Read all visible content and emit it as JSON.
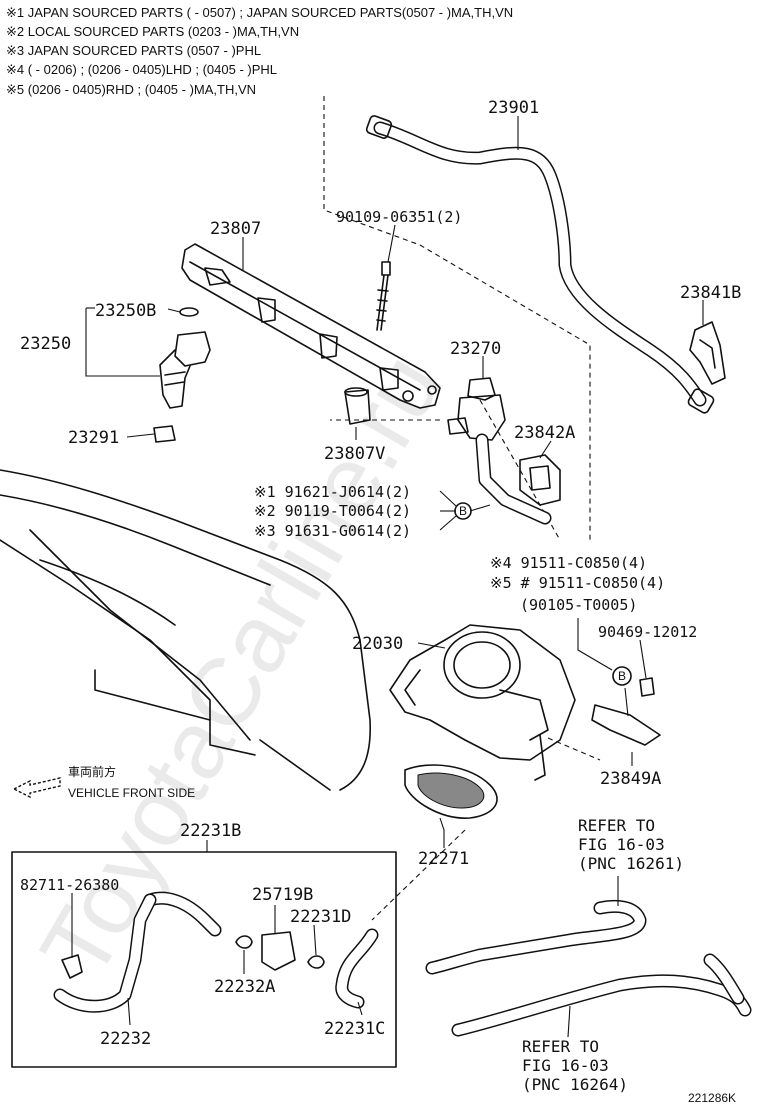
{
  "notes": [
    "※1 JAPAN SOURCED PARTS (          - 0507) ; JAPAN SOURCED PARTS(0507 -          )MA,TH,VN",
    "※2 LOCAL SOURCED PARTS (0203 -          )MA,TH,VN",
    "※3 JAPAN SOURCED PARTS (0507 -          )PHL",
    "※4 (          - 0206) ; (0206 - 0405)LHD ; (0405 -          )PHL",
    "※5 (0206 - 0405)RHD ; (0405 -          )MA,TH,VN"
  ],
  "parts": {
    "p23901": "23901",
    "p23807": "23807",
    "p90109": "90109-06351(2)",
    "p23841B": "23841B",
    "p23250B": "23250B",
    "p23250": "23250",
    "p23270": "23270",
    "p23842A": "23842A",
    "p23291": "23291",
    "p23807V": "23807V",
    "p91621": "※1 91621-J0614(2)",
    "p90119": "※2 90119-T0064(2)",
    "p91631": "※3 91631-G0614(2)",
    "p91511a": "※4 91511-C0850(4)",
    "p91511b": "※5 # 91511-C0850(4)",
    "p90105": "(90105-T0005)",
    "p90469": "90469-12012",
    "p22030": "22030",
    "p23849A": "23849A",
    "p22271": "22271",
    "p22231B": "22231B",
    "p82711": "82711-26380",
    "p25719B": "25719B",
    "p22231D": "22231D",
    "p22232A": "22232A",
    "p22232": "22232",
    "p22231C": "22231C"
  },
  "callout_b": "B",
  "front": {
    "jp": "車両前方",
    "en": "VEHICLE FRONT SIDE"
  },
  "refer1": [
    "REFER TO",
    "FIG 16-03",
    "(PNC 16261)"
  ],
  "refer2": [
    "REFER TO",
    "FIG 16-03",
    "(PNC 16264)"
  ],
  "diagram_id": "221286K",
  "watermark": "ToyotaCarline.ru"
}
